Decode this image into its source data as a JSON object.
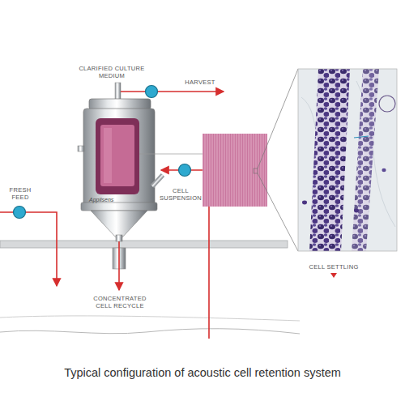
{
  "diagram": {
    "caption": "Typical configuration of acoustic cell retention system",
    "nodes": [
      {
        "text": [
          "Applisens"
        ]
      }
    ],
    "labels": [
      "CLARIFIED CULTURE MEDIUM",
      "HARVEST",
      "FRESH FEED",
      "CELL SUSPENSION",
      "CONCENTRATED CELL RECYCLE",
      "CELL SETTLING"
    ]
  }
}
